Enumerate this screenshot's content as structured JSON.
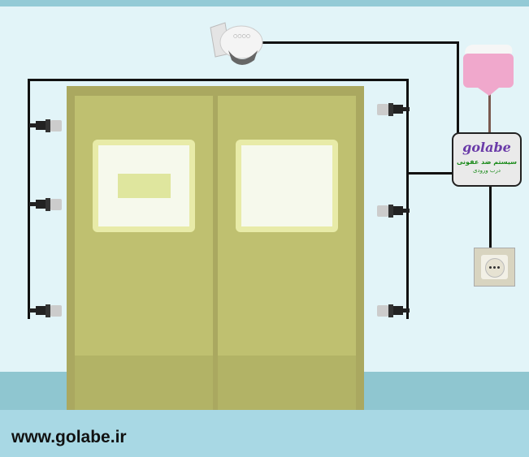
{
  "controller": {
    "brand": "golabe",
    "line1": "سیستم ضد عفونی",
    "line2": "درب ورودی"
  },
  "footer": {
    "url": "www.golabe.ir"
  },
  "colors": {
    "wall": "#e2f4f8",
    "floor": "#8fc6d0",
    "door": "#bfc070",
    "footer": "#a8d8e4",
    "brand": "#6a3aa8",
    "text_green": "#1a8a1a"
  }
}
